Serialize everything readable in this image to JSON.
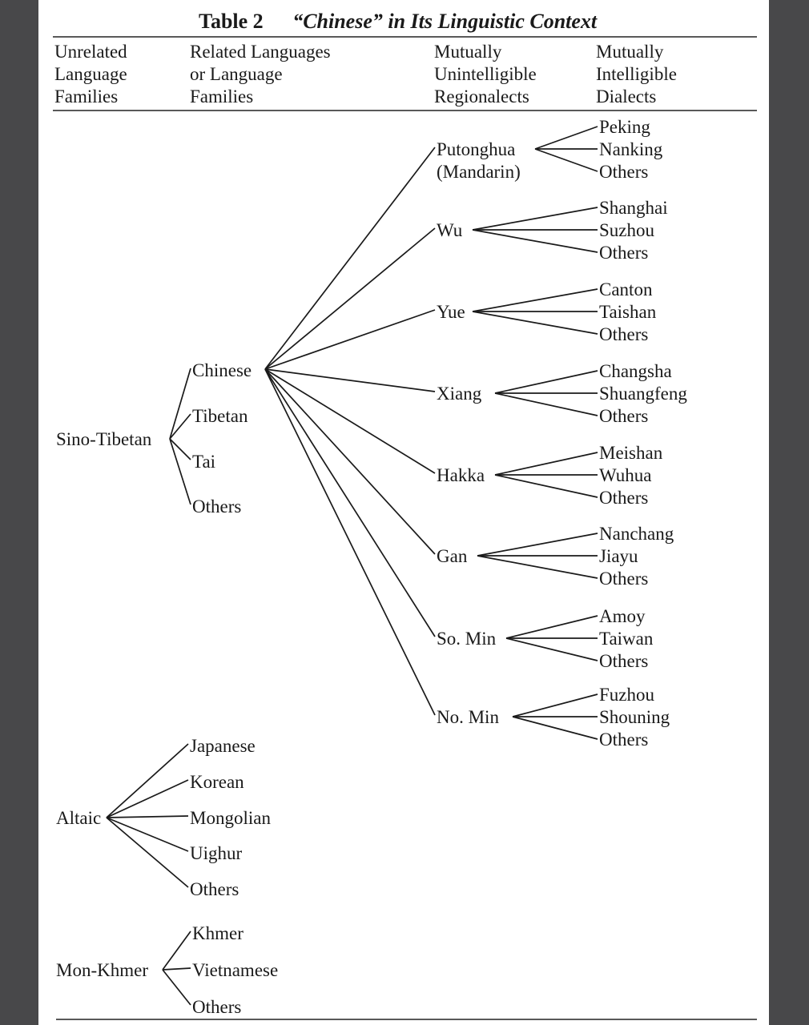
{
  "title": {
    "number": "Table 2",
    "caption": "“Chinese” in Its Linguistic Context"
  },
  "headers": [
    [
      "Unrelated",
      "Language",
      "Families"
    ],
    [
      "Related Languages",
      "or Language",
      "Families"
    ],
    [
      "Mutually",
      "Unintelligible",
      "Regionalects"
    ],
    [
      "Mutually",
      "Intelligible",
      "Dialects"
    ]
  ],
  "families": [
    {
      "name": "Sino-Tibetan",
      "languages": [
        "Chinese",
        "Tibetan",
        "Tai",
        "Others"
      ]
    },
    {
      "name": "Altaic",
      "languages": [
        "Japanese",
        "Korean",
        "Mongolian",
        "Uighur",
        "Others"
      ]
    },
    {
      "name": "Mon-Khmer",
      "languages": [
        "Khmer",
        "Vietnamese",
        "Others"
      ]
    }
  ],
  "regionalects": [
    {
      "name": [
        "Putonghua",
        "(Mandarin)"
      ],
      "dialects": [
        "Peking",
        "Nanking",
        "Others"
      ]
    },
    {
      "name": [
        "Wu"
      ],
      "dialects": [
        "Shanghai",
        "Suzhou",
        "Others"
      ]
    },
    {
      "name": [
        "Yue"
      ],
      "dialects": [
        "Canton",
        "Taishan",
        "Others"
      ]
    },
    {
      "name": [
        "Xiang"
      ],
      "dialects": [
        "Changsha",
        "Shuangfeng",
        "Others"
      ]
    },
    {
      "name": [
        "Hakka"
      ],
      "dialects": [
        "Meishan",
        "Wuhua",
        "Others"
      ]
    },
    {
      "name": [
        "Gan"
      ],
      "dialects": [
        "Nanchang",
        "Jiayu",
        "Others"
      ]
    },
    {
      "name": [
        "So. Min"
      ],
      "dialects": [
        "Amoy",
        "Taiwan",
        "Others"
      ]
    },
    {
      "name": [
        "No. Min"
      ],
      "dialects": [
        "Fuzhou",
        "Shouning",
        "Others"
      ]
    }
  ]
}
